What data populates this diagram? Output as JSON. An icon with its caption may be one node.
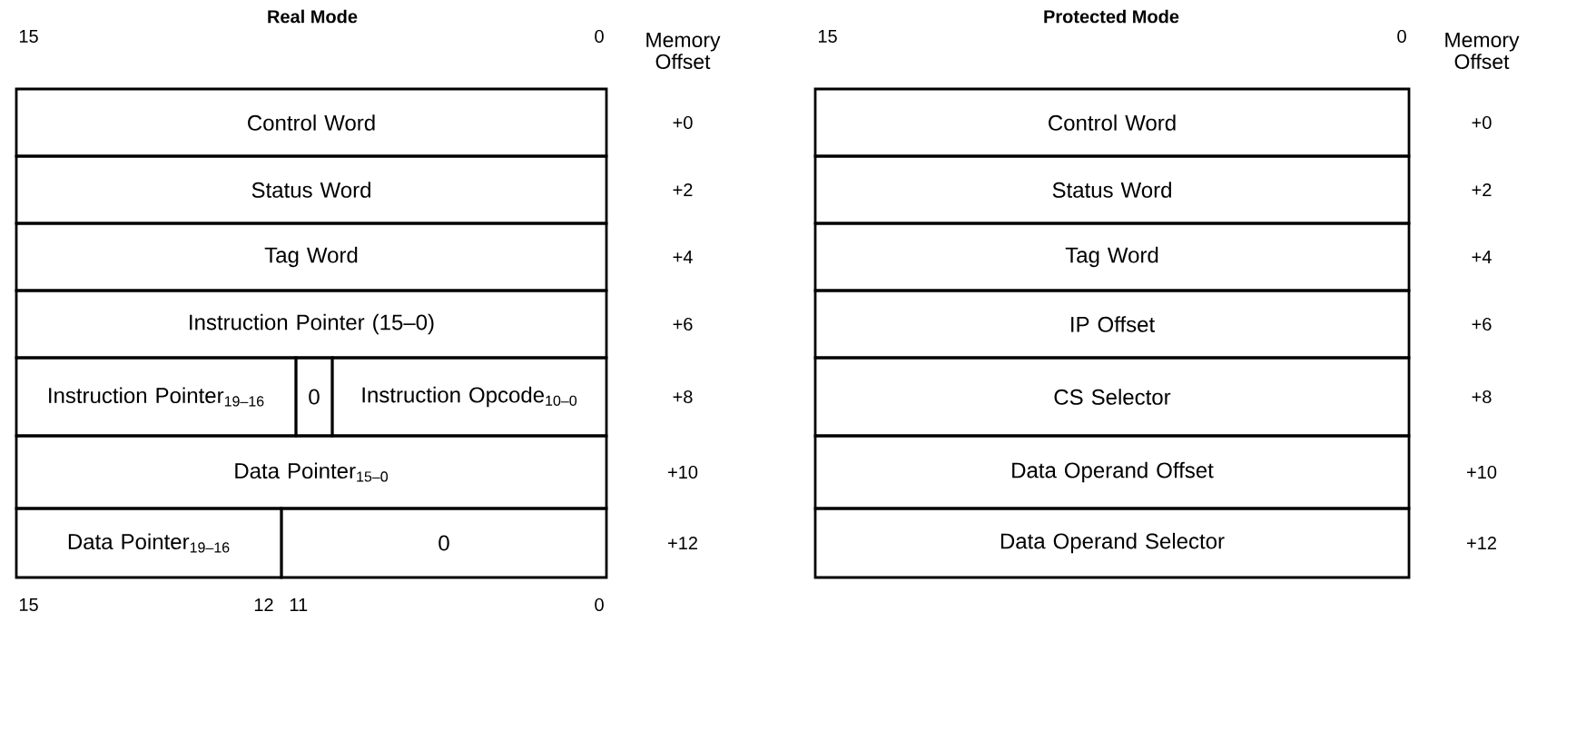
{
  "diagram": {
    "nodes": [
      {
        "text": [
          "Control Word"
        ]
      },
      {
        "text": [
          "Status Word"
        ]
      },
      {
        "text": [
          "Tag Word"
        ]
      },
      {
        "text": [
          "Instruction Pointer (15–0)"
        ]
      },
      {
        "text": [
          "Instruction Pointer$_{19–16}$"
        ]
      },
      {
        "text": [
          "0"
        ]
      },
      {
        "text": [
          "Instruction Opcode$_{10–0}$"
        ]
      },
      {
        "text": [
          "Data Pointer$_{15–0}$"
        ]
      },
      {
        "text": [
          "Data Pointer$_{19–16}$"
        ]
      },
      {
        "text": [
          "0"
        ]
      },
      {
        "text": [
          "Control Word"
        ]
      },
      {
        "text": [
          "Status Word"
        ]
      },
      {
        "text": [
          "Tag Word"
        ]
      },
      {
        "text": [
          "IP Offset"
        ]
      },
      {
        "text": [
          "CS Selector"
        ]
      },
      {
        "text": [
          "Data Operand Offset"
        ]
      },
      {
        "text": [
          "Data Operand Selector"
        ]
      }
    ],
    "labels": [
      "Real Mode",
      "Protected Mode",
      "15",
      "0",
      "Memory Offset",
      "15",
      "0",
      "Memory Offset",
      "+0",
      "+2",
      "+4",
      "+6",
      "+8",
      "+10",
      "+12",
      "+0",
      "+2",
      "+4",
      "+6",
      "+8",
      "+10",
      "+12",
      "15",
      "12",
      "11",
      "0"
    ]
  }
}
